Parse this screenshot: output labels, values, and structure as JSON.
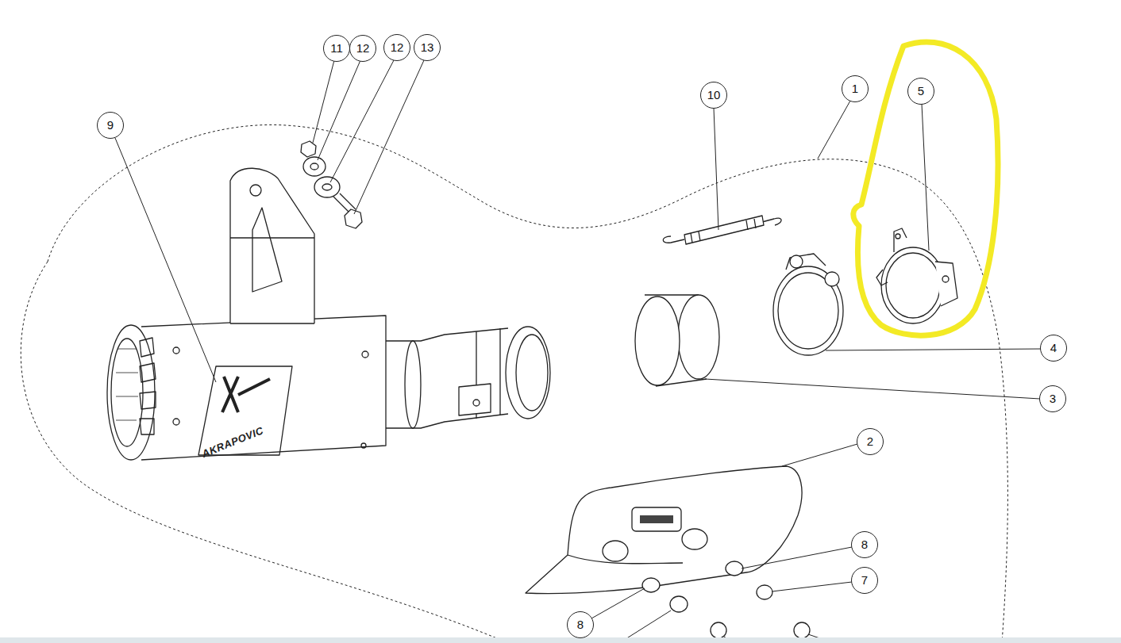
{
  "diagram": {
    "labels": [
      "11",
      "12",
      "12",
      "13",
      "9",
      "10",
      "1",
      "5",
      "4",
      "3",
      "2",
      "8",
      "7",
      "8",
      "AKRAPOVIC"
    ]
  }
}
